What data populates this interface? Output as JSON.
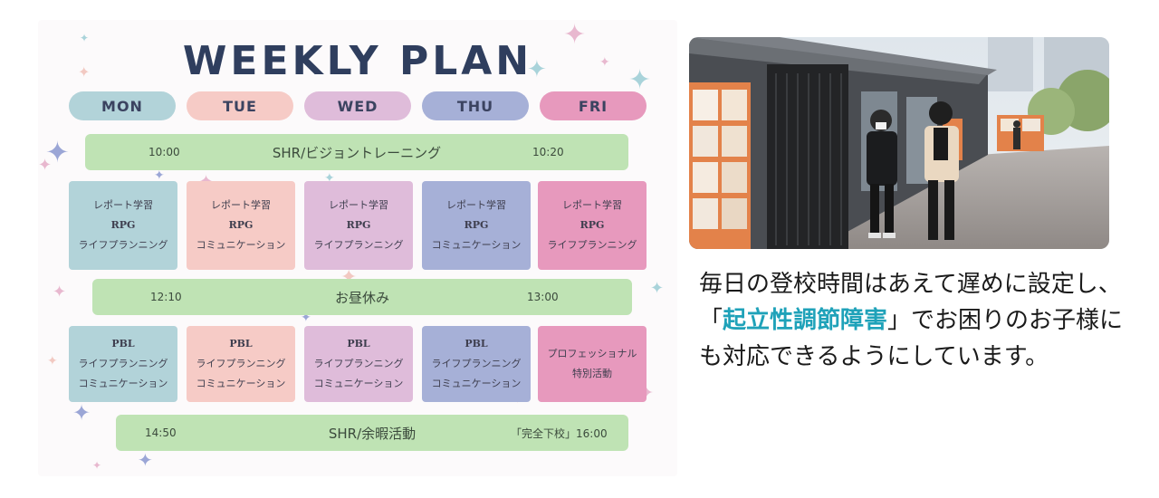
{
  "plan": {
    "title": "WEEKLY PLAN",
    "days": [
      "MON",
      "TUE",
      "WED",
      "THU",
      "FRI"
    ],
    "colors": {
      "mon": "#b2d3d9",
      "tue": "#f6cbc6",
      "wed": "#dfbcda",
      "thu": "#a6b0d7",
      "fri": "#e799bd",
      "bar": "#bfe3b4"
    },
    "bars": [
      {
        "start": "10:00",
        "label": "SHR/ビジョントレーニング",
        "end": "10:20"
      },
      {
        "start": "12:10",
        "label": "お昼休み",
        "end": "13:00"
      },
      {
        "start": "14:50",
        "label": "SHR/余暇活動",
        "end": "「完全下校」16:00"
      }
    ],
    "morning": [
      {
        "l1": "レポート学習",
        "l2": "RPG",
        "l3": "ライフプランニング"
      },
      {
        "l1": "レポート学習",
        "l2": "RPG",
        "l3": "コミュニケーション"
      },
      {
        "l1": "レポート学習",
        "l2": "RPG",
        "l3": "ライフプランニング"
      },
      {
        "l1": "レポート学習",
        "l2": "RPG",
        "l3": "コミュニケーション"
      },
      {
        "l1": "レポート学習",
        "l2": "RPG",
        "l3": "ライフプランニング"
      }
    ],
    "afternoon": [
      {
        "l1": "PBL",
        "l2": "ライフプランニング",
        "l3": "コミュニケーション"
      },
      {
        "l1": "PBL",
        "l2": "ライフプランニング",
        "l3": "コミュニケーション"
      },
      {
        "l1": "PBL",
        "l2": "ライフプランニング",
        "l3": "コミュニケーション"
      },
      {
        "l1": "PBL",
        "l2": "ライフプランニング",
        "l3": "コミュニケーション"
      },
      {
        "l1": "プロフェッショナル",
        "l2": "特別活動"
      }
    ]
  },
  "caption": {
    "part1": "毎日の登校時間はあえて遅めに設定し、「",
    "highlight": "起立性調節障害",
    "part2": "」でお困りのお子様にも対応できるようにしています。",
    "highlight_color": "#1fa2b9"
  }
}
